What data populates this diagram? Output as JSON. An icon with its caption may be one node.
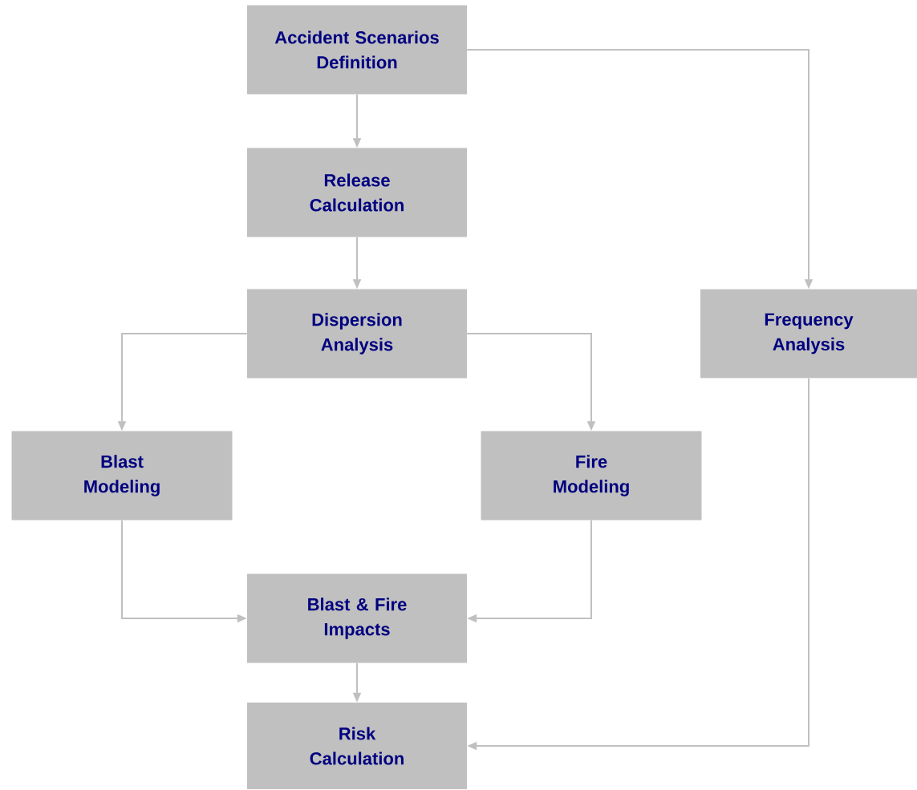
{
  "diagram": {
    "nodes": [
      {
        "text": [
          "Accident Scenarios Definition"
        ]
      },
      {
        "text": [
          "Release Calculation"
        ]
      },
      {
        "text": [
          "Dispersion Analysis"
        ]
      },
      {
        "text": [
          "Frequency Analysis"
        ]
      },
      {
        "text": [
          "Blast Modeling"
        ]
      },
      {
        "text": [
          "Fire Modeling"
        ]
      },
      {
        "text": [
          "Blast & Fire Impacts"
        ]
      },
      {
        "text": [
          "Risk Calculation"
        ]
      }
    ],
    "edges": [
      {
        "from": 0,
        "to": 1,
        "arrow": "to"
      },
      {
        "from": 0,
        "to": 3,
        "arrow": "to"
      },
      {
        "from": 1,
        "to": 2,
        "arrow": "to"
      },
      {
        "from": 2,
        "to": 4,
        "arrow": "to"
      },
      {
        "from": 2,
        "to": 5,
        "arrow": "to"
      },
      {
        "from": 4,
        "to": 6,
        "arrow": "to"
      },
      {
        "from": 5,
        "to": 6,
        "arrow": "to"
      },
      {
        "from": 6,
        "to": 7,
        "arrow": "to"
      },
      {
        "from": 3,
        "to": 7,
        "arrow": "to"
      }
    ]
  }
}
